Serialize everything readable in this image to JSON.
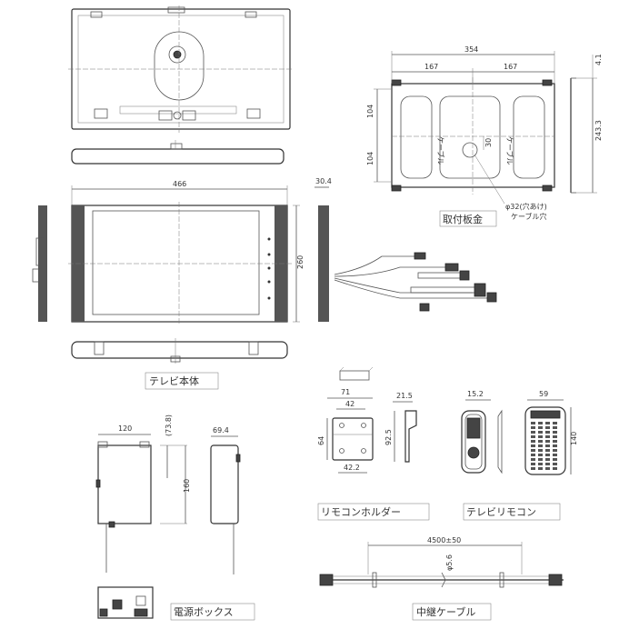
{
  "labels": {
    "plate": "取付板金",
    "tv_body": "テレビ本体",
    "holder": "リモコンホルダー",
    "remote": "テレビリモコン",
    "power_box": "電源ボックス",
    "relay_cable": "中継ケーブル",
    "cable_hole": "ケーブル穴",
    "hole_dia": "φ32(穴あけ)",
    "cable_mark": "ケーブル"
  },
  "dims": {
    "plate_width": "354",
    "plate_half_left": "167",
    "plate_half_right": "167",
    "plate_top_offset": "4.1",
    "plate_height": "243.3",
    "plate_upper": "104",
    "plate_lower": "104",
    "plate_hole_offset": "30",
    "tv_width": "466",
    "tv_depth": "30.4",
    "tv_height": "260",
    "holder_width": "71",
    "holder_inner": "42",
    "holder_depth": "21.5",
    "holder_height": "64",
    "holder_total_height": "92.5",
    "holder_bottom": "42.2",
    "remote_depth": "15.2",
    "remote_width": "59",
    "remote_height": "140",
    "box_width": "120",
    "box_height_ref": "(73.8)",
    "box_height": "160",
    "box_depth": "69.4",
    "cable_length": "4500±50",
    "cable_dia": "φ5.6"
  }
}
